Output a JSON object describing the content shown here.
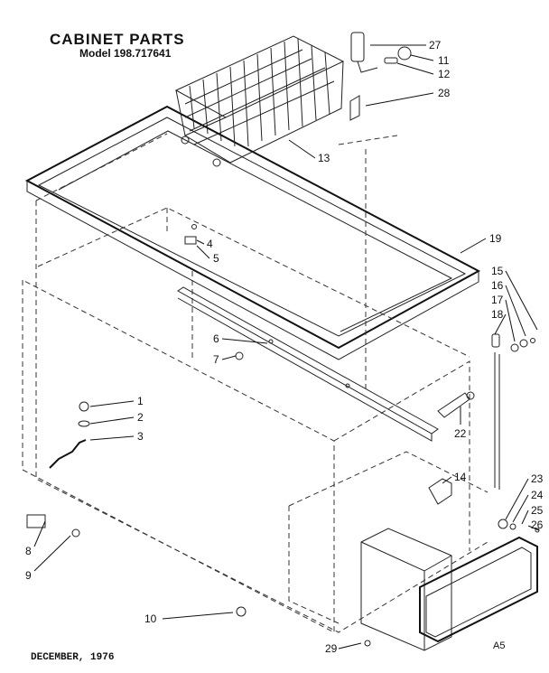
{
  "header": {
    "title": "CABINET PARTS",
    "model": "Model 198.717641"
  },
  "footer": {
    "date": "DECEMBER,  1976",
    "code": "A5"
  },
  "callouts": [
    "27",
    "11",
    "12",
    "28",
    "13",
    "19",
    "4",
    "5",
    "15",
    "16",
    "17",
    "18",
    "6",
    "7",
    "1",
    "2",
    "3",
    "22",
    "14",
    "23",
    "24",
    "25",
    "26",
    "8",
    "9",
    "10",
    "29"
  ]
}
